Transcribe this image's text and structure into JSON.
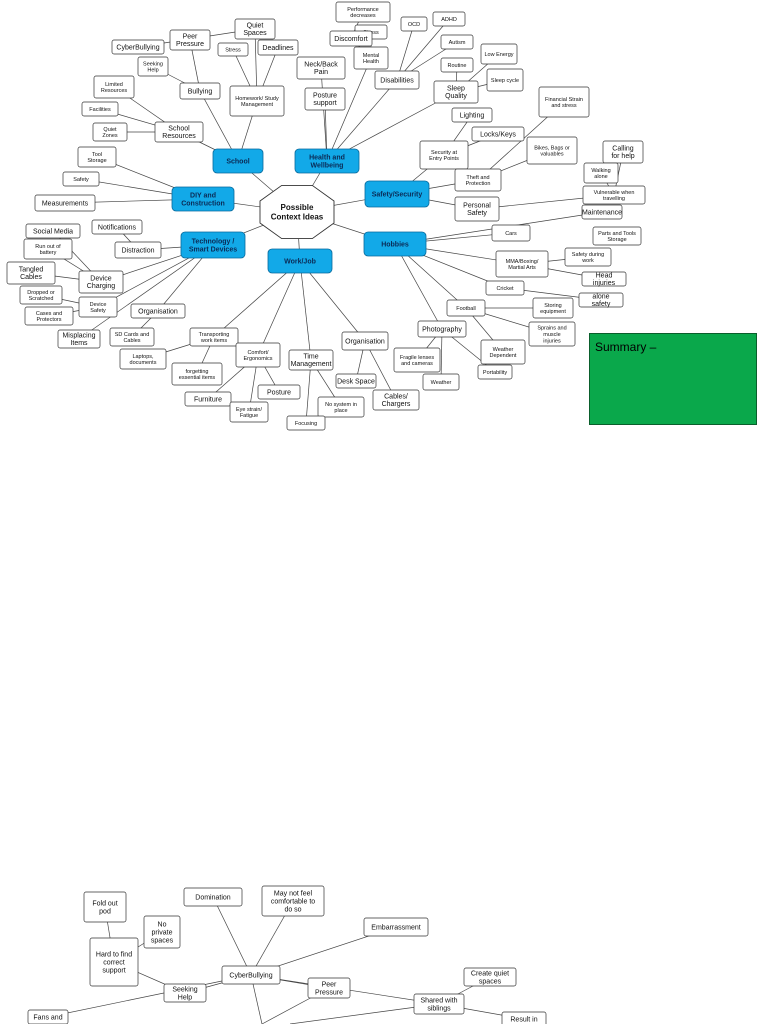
{
  "summary": {
    "label": "Summary –"
  },
  "mindmap_top": {
    "center": "Possible Context Ideas",
    "hubs": [
      {
        "id": "school",
        "label": "School"
      },
      {
        "id": "health",
        "label": "Health and Wellbeing"
      },
      {
        "id": "safety",
        "label": "Safety/Security"
      },
      {
        "id": "diy",
        "label": "DIY and Construction"
      },
      {
        "id": "tech",
        "label": "Technology / Smart Devices"
      },
      {
        "id": "work",
        "label": "Work/Job"
      },
      {
        "id": "hobbies",
        "label": "Hobbies"
      }
    ],
    "nodes": [
      {
        "label": "CyberBullying"
      },
      {
        "label": "Peer Pressure"
      },
      {
        "label": "Seeking Help"
      },
      {
        "label": "Bullying"
      },
      {
        "label": "Quiet Spaces"
      },
      {
        "label": "Stress"
      },
      {
        "label": "Deadlines"
      },
      {
        "label": "Homework/ Study Management"
      },
      {
        "label": "Limited Resources"
      },
      {
        "label": "Facilities"
      },
      {
        "label": "Quiet Zones"
      },
      {
        "label": "School Resources"
      },
      {
        "label": "Performance decreases"
      },
      {
        "label": "Stress"
      },
      {
        "label": "Discomfort"
      },
      {
        "label": "Mental Health"
      },
      {
        "label": "Neck/Back Pain"
      },
      {
        "label": "Posture support"
      },
      {
        "label": "OCD"
      },
      {
        "label": "ADHD"
      },
      {
        "label": "Autism"
      },
      {
        "label": "Disabilities"
      },
      {
        "label": "Routine"
      },
      {
        "label": "Low Energy"
      },
      {
        "label": "Sleep Quality"
      },
      {
        "label": "Sleep cycle"
      },
      {
        "label": "Lighting"
      },
      {
        "label": "Locks/Keys"
      },
      {
        "label": "Security at Entry Points"
      },
      {
        "label": "Financial Strain and stress"
      },
      {
        "label": "Bikes, Bags or valuables"
      },
      {
        "label": "Theft and Protection"
      },
      {
        "label": "Calling for help"
      },
      {
        "label": "Walking alone"
      },
      {
        "label": "Vulnerable when travelling"
      },
      {
        "label": "Personal Safety"
      },
      {
        "label": "Tool Storage"
      },
      {
        "label": "Safety"
      },
      {
        "label": "Measurements"
      },
      {
        "label": "Notifications"
      },
      {
        "label": "Social Media"
      },
      {
        "label": "Run out of battery"
      },
      {
        "label": "Distraction"
      },
      {
        "label": "Tangled Cables"
      },
      {
        "label": "Device Charging"
      },
      {
        "label": "Dropped or Scratched"
      },
      {
        "label": "Device Safety"
      },
      {
        "label": "Cases and Protectors"
      },
      {
        "label": "Organisation"
      },
      {
        "label": "Misplacing Items"
      },
      {
        "label": "SD Cards and Cables"
      },
      {
        "label": "Transporting work items"
      },
      {
        "label": "Laptops, documents"
      },
      {
        "label": "forgetting essential items"
      },
      {
        "label": "Comfort/ Ergonomics"
      },
      {
        "label": "Time Management"
      },
      {
        "label": "Organisation"
      },
      {
        "label": "Furniture"
      },
      {
        "label": "Posture"
      },
      {
        "label": "Eye strain/ Fatigue"
      },
      {
        "label": "Desk Space"
      },
      {
        "label": "No system in place"
      },
      {
        "label": "Cables/ Chargers"
      },
      {
        "label": "Focusing"
      },
      {
        "label": "Cars"
      },
      {
        "label": "Maintenance"
      },
      {
        "label": "Parts and Tools Storage"
      },
      {
        "label": "MMA/Boxing/ Martial Arts"
      },
      {
        "label": "Safety during work"
      },
      {
        "label": "Cricket"
      },
      {
        "label": "Head injuries"
      },
      {
        "label": "alone safety"
      },
      {
        "label": "Football"
      },
      {
        "label": "Storing equipment"
      },
      {
        "label": "Sprains and muscle injuries"
      },
      {
        "label": "Photography"
      },
      {
        "label": "Weather Dependent"
      },
      {
        "label": "Fragile lenses and cameras"
      },
      {
        "label": "Portability"
      },
      {
        "label": "Weather"
      }
    ]
  },
  "mindmap_bottom": {
    "nodes": [
      {
        "label": "Fold out pod"
      },
      {
        "label": "Domination"
      },
      {
        "label": "May not feel comfortable to do so"
      },
      {
        "label": "No private spaces"
      },
      {
        "label": "Hard to find correct support"
      },
      {
        "label": "Embarrassment"
      },
      {
        "label": "CyberBullying"
      },
      {
        "label": "Seeking Help"
      },
      {
        "label": "Peer Pressure"
      },
      {
        "label": "Create quiet spaces"
      },
      {
        "label": "Shared with siblings"
      },
      {
        "label": "Result in"
      },
      {
        "label": "Fans and"
      }
    ]
  }
}
